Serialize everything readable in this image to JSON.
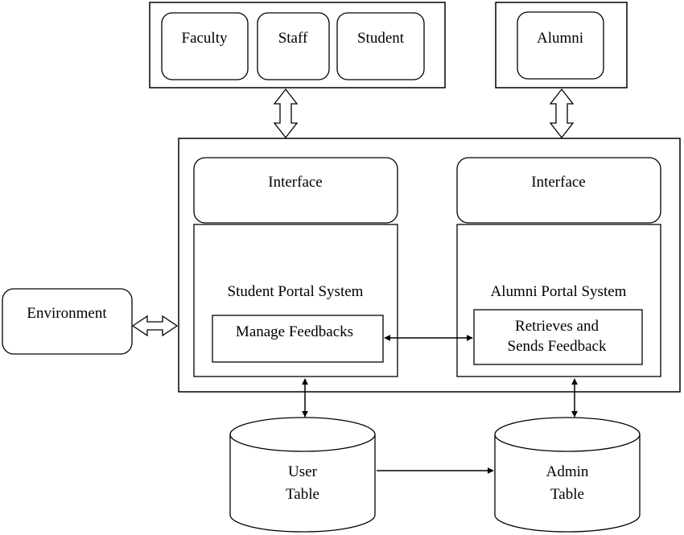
{
  "users": {
    "faculty": "Faculty",
    "staff": "Staff",
    "student": "Student",
    "alumni": "Alumni"
  },
  "environment": "Environment",
  "student_side": {
    "interface": "Interface",
    "portal": "Student Portal System",
    "module": "Manage Feedbacks"
  },
  "alumni_side": {
    "interface": "Interface",
    "portal": "Alumni Portal System",
    "module_line1": "Retrieves and",
    "module_line2": "Sends Feedback"
  },
  "tables": {
    "user_line1": "User",
    "user_line2": "Table",
    "admin_line1": "Admin",
    "admin_line2": "Table"
  }
}
